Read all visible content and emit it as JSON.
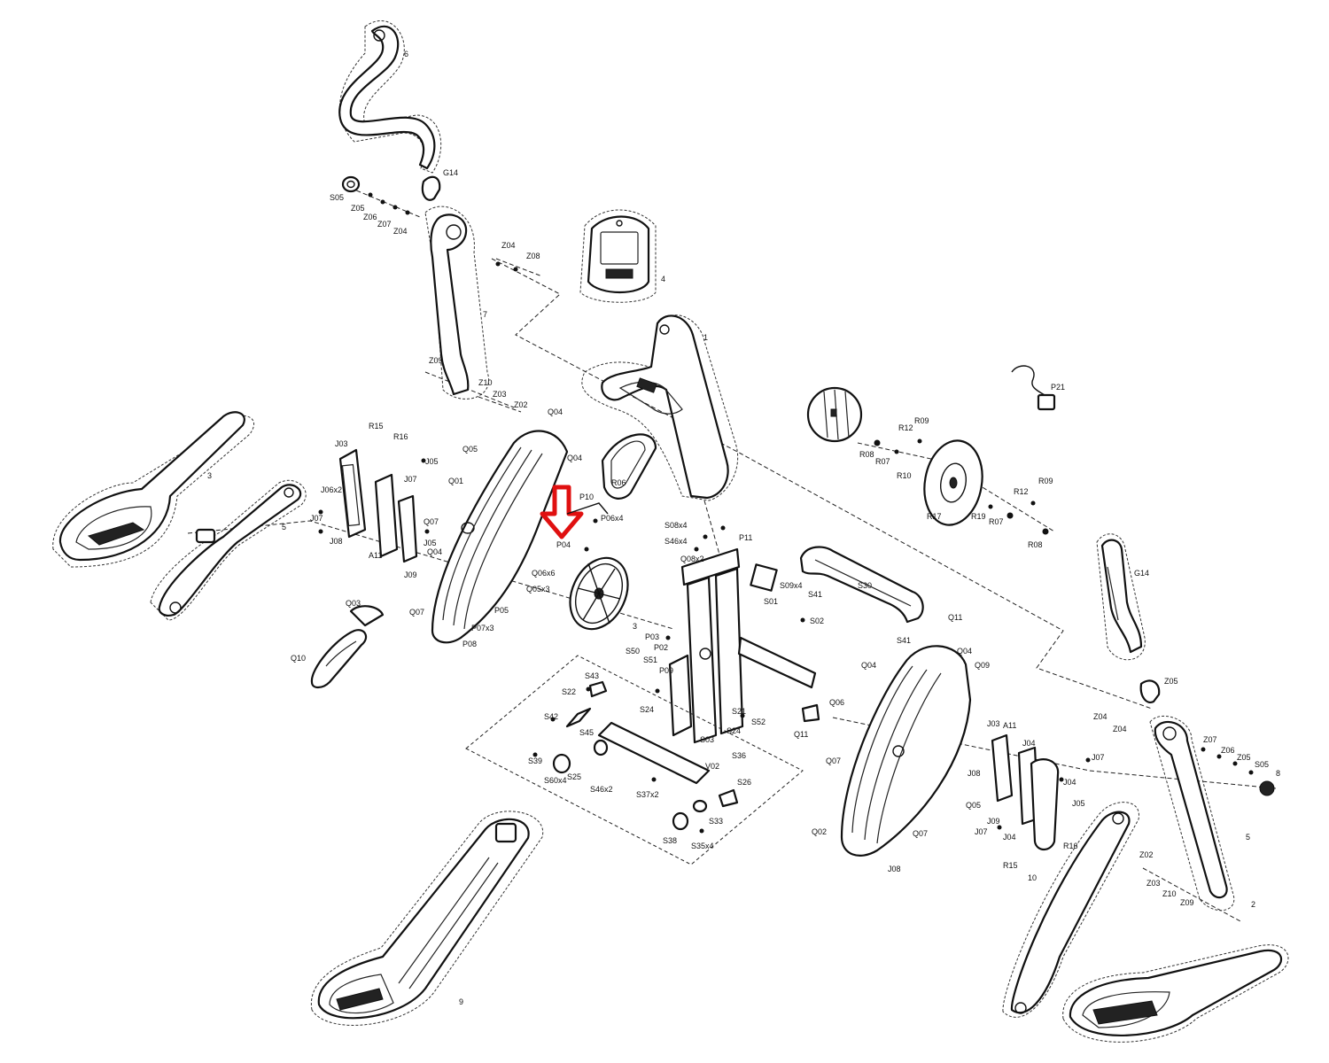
{
  "labels": [
    {
      "id": "6",
      "text": "6"
    },
    {
      "id": "g14a",
      "text": "G14"
    },
    {
      "id": "s05a",
      "text": "S05"
    },
    {
      "id": "z05a",
      "text": "Z05"
    },
    {
      "id": "z06a",
      "text": "Z06"
    },
    {
      "id": "z07a",
      "text": "Z07"
    },
    {
      "id": "z04a",
      "text": "Z04"
    },
    {
      "id": "z04b",
      "text": "Z04"
    },
    {
      "id": "z08a",
      "text": "Z08"
    },
    {
      "id": "4",
      "text": "4"
    },
    {
      "id": "7",
      "text": "7"
    },
    {
      "id": "1",
      "text": "1"
    },
    {
      "id": "z09a",
      "text": "Z09"
    },
    {
      "id": "z10a",
      "text": "Z10"
    },
    {
      "id": "z03a",
      "text": "Z03"
    },
    {
      "id": "z02a",
      "text": "Z02"
    },
    {
      "id": "p21",
      "text": "P21"
    },
    {
      "id": "r09a",
      "text": "R09"
    },
    {
      "id": "r12a",
      "text": "R12"
    },
    {
      "id": "r08a",
      "text": "R08"
    },
    {
      "id": "r07a",
      "text": "R07"
    },
    {
      "id": "r10",
      "text": "R10"
    },
    {
      "id": "r09b",
      "text": "R09"
    },
    {
      "id": "r12b",
      "text": "R12"
    },
    {
      "id": "r17",
      "text": "R17"
    },
    {
      "id": "r19",
      "text": "R19"
    },
    {
      "id": "r07b",
      "text": "R07"
    },
    {
      "id": "r08b",
      "text": "R08"
    },
    {
      "id": "3",
      "text": "3"
    },
    {
      "id": "5",
      "text": "5"
    },
    {
      "id": "r15a",
      "text": "R15"
    },
    {
      "id": "r16a",
      "text": "R16"
    },
    {
      "id": "j03a",
      "text": "J03"
    },
    {
      "id": "j05a",
      "text": "J05"
    },
    {
      "id": "j06x2",
      "text": "J06x2"
    },
    {
      "id": "j07a",
      "text": "J07"
    },
    {
      "id": "q07a",
      "text": "Q07"
    },
    {
      "id": "j07b",
      "text": "J07"
    },
    {
      "id": "j08a",
      "text": "J08"
    },
    {
      "id": "j05b",
      "text": "J05"
    },
    {
      "id": "a11",
      "text": "A11"
    },
    {
      "id": "q04a",
      "text": "Q04"
    },
    {
      "id": "j09a",
      "text": "J09"
    },
    {
      "id": "q04top",
      "text": "Q04"
    },
    {
      "id": "q05a",
      "text": "Q05"
    },
    {
      "id": "q01",
      "text": "Q01"
    },
    {
      "id": "q04c",
      "text": "Q04"
    },
    {
      "id": "p10",
      "text": "P10"
    },
    {
      "id": "p06x4",
      "text": "P06x4"
    },
    {
      "id": "r06",
      "text": "R06"
    },
    {
      "id": "p04",
      "text": "P04"
    },
    {
      "id": "q03",
      "text": "Q03"
    },
    {
      "id": "q10",
      "text": "Q10"
    },
    {
      "id": "q07b",
      "text": "Q07"
    },
    {
      "id": "q06x6",
      "text": "Q06x6"
    },
    {
      "id": "q05x3",
      "text": "Q05x3"
    },
    {
      "id": "p05",
      "text": "P05"
    },
    {
      "id": "p07x3",
      "text": "P07x3"
    },
    {
      "id": "p08",
      "text": "P08"
    },
    {
      "id": "3b",
      "text": "3"
    },
    {
      "id": "s08x4",
      "text": "S08x4"
    },
    {
      "id": "s46x4",
      "text": "S46x4"
    },
    {
      "id": "p11",
      "text": "P11"
    },
    {
      "id": "q08x2",
      "text": "Q08x2"
    },
    {
      "id": "s09x4",
      "text": "S09x4"
    },
    {
      "id": "s01",
      "text": "S01"
    },
    {
      "id": "s41a",
      "text": "S41"
    },
    {
      "id": "s02",
      "text": "S02"
    },
    {
      "id": "s30",
      "text": "S30"
    },
    {
      "id": "s41b",
      "text": "S41"
    },
    {
      "id": "p03",
      "text": "P03"
    },
    {
      "id": "p02",
      "text": "P02"
    },
    {
      "id": "s50",
      "text": "S50"
    },
    {
      "id": "s51",
      "text": "S51"
    },
    {
      "id": "p09",
      "text": "P09"
    },
    {
      "id": "s43",
      "text": "S43"
    },
    {
      "id": "s22",
      "text": "S22"
    },
    {
      "id": "s24a",
      "text": "S24"
    },
    {
      "id": "s42",
      "text": "S42"
    },
    {
      "id": "s45",
      "text": "S45"
    },
    {
      "id": "s21",
      "text": "S21"
    },
    {
      "id": "s52",
      "text": "S52"
    },
    {
      "id": "s03",
      "text": "S03"
    },
    {
      "id": "v02",
      "text": "V02"
    },
    {
      "id": "s24b",
      "text": "S24"
    },
    {
      "id": "s36",
      "text": "S36"
    },
    {
      "id": "s39",
      "text": "S39"
    },
    {
      "id": "s60x4",
      "text": "S60x4"
    },
    {
      "id": "s25",
      "text": "S25"
    },
    {
      "id": "s46x2",
      "text": "S46x2"
    },
    {
      "id": "s37x2",
      "text": "S37x2"
    },
    {
      "id": "s26",
      "text": "S26"
    },
    {
      "id": "s33",
      "text": "S33"
    },
    {
      "id": "s38",
      "text": "S38"
    },
    {
      "id": "s35x4",
      "text": "S35x4"
    },
    {
      "id": "q11a",
      "text": "Q11"
    },
    {
      "id": "q11b",
      "text": "Q11"
    },
    {
      "id": "q04d",
      "text": "Q04"
    },
    {
      "id": "q04e",
      "text": "Q04"
    },
    {
      "id": "q09",
      "text": "Q09"
    },
    {
      "id": "q06",
      "text": "Q06"
    },
    {
      "id": "q07c",
      "text": "Q07"
    },
    {
      "id": "q05b",
      "text": "Q05"
    },
    {
      "id": "q02",
      "text": "Q02"
    },
    {
      "id": "q07d",
      "text": "Q07"
    },
    {
      "id": "j08b",
      "text": "J08"
    },
    {
      "id": "j03b",
      "text": "J03"
    },
    {
      "id": "a11b",
      "text": "A11"
    },
    {
      "id": "j04a",
      "text": "J04"
    },
    {
      "id": "j08c",
      "text": "J08"
    },
    {
      "id": "j07c",
      "text": "J07"
    },
    {
      "id": "j04b",
      "text": "J04"
    },
    {
      "id": "j05c",
      "text": "J05"
    },
    {
      "id": "j07d",
      "text": "J07"
    },
    {
      "id": "j09b",
      "text": "J09"
    },
    {
      "id": "j04c",
      "text": "J04"
    },
    {
      "id": "r16b",
      "text": "R16"
    },
    {
      "id": "r15b",
      "text": "R15"
    },
    {
      "id": "10",
      "text": "10"
    },
    {
      "id": "g14b",
      "text": "G14"
    },
    {
      "id": "z05b",
      "text": "Z05"
    },
    {
      "id": "z04c",
      "text": "Z04"
    },
    {
      "id": "z04d",
      "text": "Z04"
    },
    {
      "id": "z07b",
      "text": "Z07"
    },
    {
      "id": "z06b",
      "text": "Z06"
    },
    {
      "id": "z05c",
      "text": "Z05"
    },
    {
      "id": "s05b",
      "text": "S05"
    },
    {
      "id": "8",
      "text": "8"
    },
    {
      "id": "5b",
      "text": "5"
    },
    {
      "id": "z02b",
      "text": "Z02"
    },
    {
      "id": "z03b",
      "text": "Z03"
    },
    {
      "id": "z10b",
      "text": "Z10"
    },
    {
      "id": "z09b",
      "text": "Z09"
    },
    {
      "id": "2",
      "text": "2"
    },
    {
      "id": "9",
      "text": "9"
    }
  ]
}
